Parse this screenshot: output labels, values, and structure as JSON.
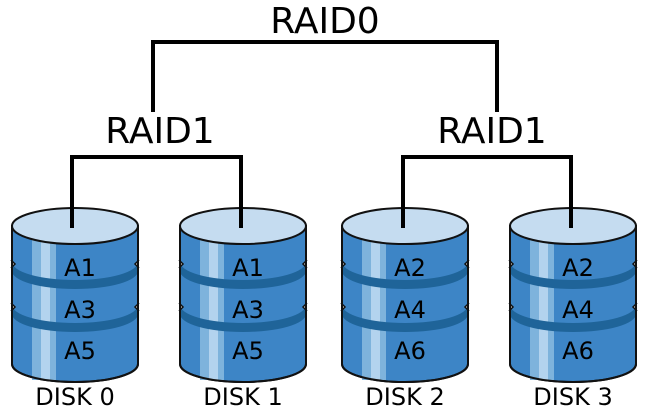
{
  "title": "RAID 10 (RAID 1+0) layout",
  "colors": {
    "line": "#000000",
    "disk_top": "#c5dcf0",
    "disk_body": "#3d85c6",
    "disk_band": "#1f6499",
    "disk_highlight1": "#7eb3dc",
    "disk_highlight2": "#b3d3ee",
    "disk_outline": "#111111"
  },
  "raid0": {
    "label": "RAID0"
  },
  "raid1_groups": [
    {
      "label": "RAID1",
      "disks": [
        0,
        1
      ]
    },
    {
      "label": "RAID1",
      "disks": [
        2,
        3
      ]
    }
  ],
  "disks": [
    {
      "label": "DISK 0",
      "blocks": [
        "A1",
        "A3",
        "A5"
      ]
    },
    {
      "label": "DISK 1",
      "blocks": [
        "A1",
        "A3",
        "A5"
      ]
    },
    {
      "label": "DISK 2",
      "blocks": [
        "A2",
        "A4",
        "A6"
      ]
    },
    {
      "label": "DISK 3",
      "blocks": [
        "A2",
        "A4",
        "A6"
      ]
    }
  ]
}
